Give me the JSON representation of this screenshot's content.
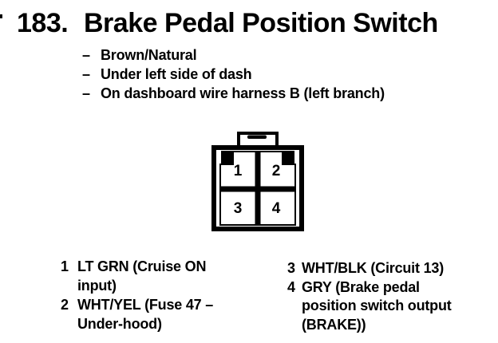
{
  "title": {
    "number": "183.",
    "text": "Brake Pedal Position Switch"
  },
  "details": {
    "dash": "–",
    "items": [
      "Brown/Natural",
      "Under left side of dash",
      "On dashboard wire harness B (left branch)"
    ]
  },
  "connector": {
    "type": "4-pin connector, front view, latch tab on top",
    "pins": [
      "1",
      "2",
      "3",
      "4"
    ]
  },
  "pin_legend": {
    "left": [
      {
        "num": "1",
        "text": "LT GRN (Cruise ON\ninput)"
      },
      {
        "num": "2",
        "text": "WHT/YEL (Fuse 47 –\nUnder-hood)"
      }
    ],
    "right": [
      {
        "num": "3",
        "text": "WHT/BLK (Circuit 13)"
      },
      {
        "num": "4",
        "text": "GRY (Brake pedal\nposition switch output\n(BRAKE))"
      }
    ]
  },
  "colors": {
    "ink": "#000000",
    "paper": "#ffffff"
  }
}
